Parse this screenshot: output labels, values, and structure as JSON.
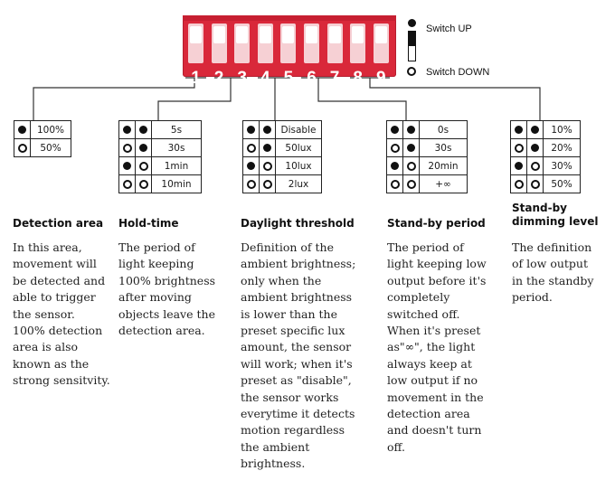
{
  "dip_switch": {
    "numbers": [
      "1",
      "2",
      "3",
      "4",
      "5",
      "6",
      "7",
      "8",
      "9"
    ]
  },
  "legend": {
    "up_label": "Switch UP",
    "down_label": "Switch DOWN"
  },
  "sections": [
    {
      "title": "Detection area",
      "rows": [
        {
          "states": [
            "on"
          ],
          "value": "100%"
        },
        {
          "states": [
            "off"
          ],
          "value": "50%"
        }
      ],
      "description": "In this area, movement will be detected and able to trigger the sensor. 100% detection area is also known as the strong sensitvity."
    },
    {
      "title": "Hold-time",
      "rows": [
        {
          "states": [
            "on",
            "on"
          ],
          "value": "5s"
        },
        {
          "states": [
            "off",
            "on"
          ],
          "value": "30s"
        },
        {
          "states": [
            "on",
            "off"
          ],
          "value": "1min"
        },
        {
          "states": [
            "off",
            "off"
          ],
          "value": "10min"
        }
      ],
      "description": "The period of light keeping 100% brightness after moving objects leave the detection area."
    },
    {
      "title": "Daylight threshold",
      "rows": [
        {
          "states": [
            "on",
            "on"
          ],
          "value": "Disable"
        },
        {
          "states": [
            "off",
            "on"
          ],
          "value": "50lux"
        },
        {
          "states": [
            "on",
            "off"
          ],
          "value": "10lux"
        },
        {
          "states": [
            "off",
            "off"
          ],
          "value": "2lux"
        }
      ],
      "description": "Definition of the ambient brightness; only when the ambient brightness is lower than the preset specific lux amount, the sensor will work; when it's preset as \"disable\", the sensor works everytime it detects motion regardless the ambient brightness."
    },
    {
      "title": "Stand-by period",
      "rows": [
        {
          "states": [
            "on",
            "on"
          ],
          "value": "0s"
        },
        {
          "states": [
            "off",
            "on"
          ],
          "value": "30s"
        },
        {
          "states": [
            "on",
            "off"
          ],
          "value": "20min"
        },
        {
          "states": [
            "off",
            "off"
          ],
          "value": "+∞"
        }
      ],
      "description": "The period of light keeping low output before it's completely switched off. When it's preset as\"∞\", the light always keep at low output if no movement in the detection area and doesn't turn off."
    },
    {
      "title": "Stand-by dimming level",
      "rows": [
        {
          "states": [
            "on",
            "on"
          ],
          "value": "10%"
        },
        {
          "states": [
            "off",
            "on"
          ],
          "value": "20%"
        },
        {
          "states": [
            "on",
            "off"
          ],
          "value": "30%"
        },
        {
          "states": [
            "off",
            "off"
          ],
          "value": "50%"
        }
      ],
      "description": "The definition of low output in the standby period."
    }
  ],
  "colors": {
    "dip_body": "#d9283a",
    "ink": "#111111"
  }
}
